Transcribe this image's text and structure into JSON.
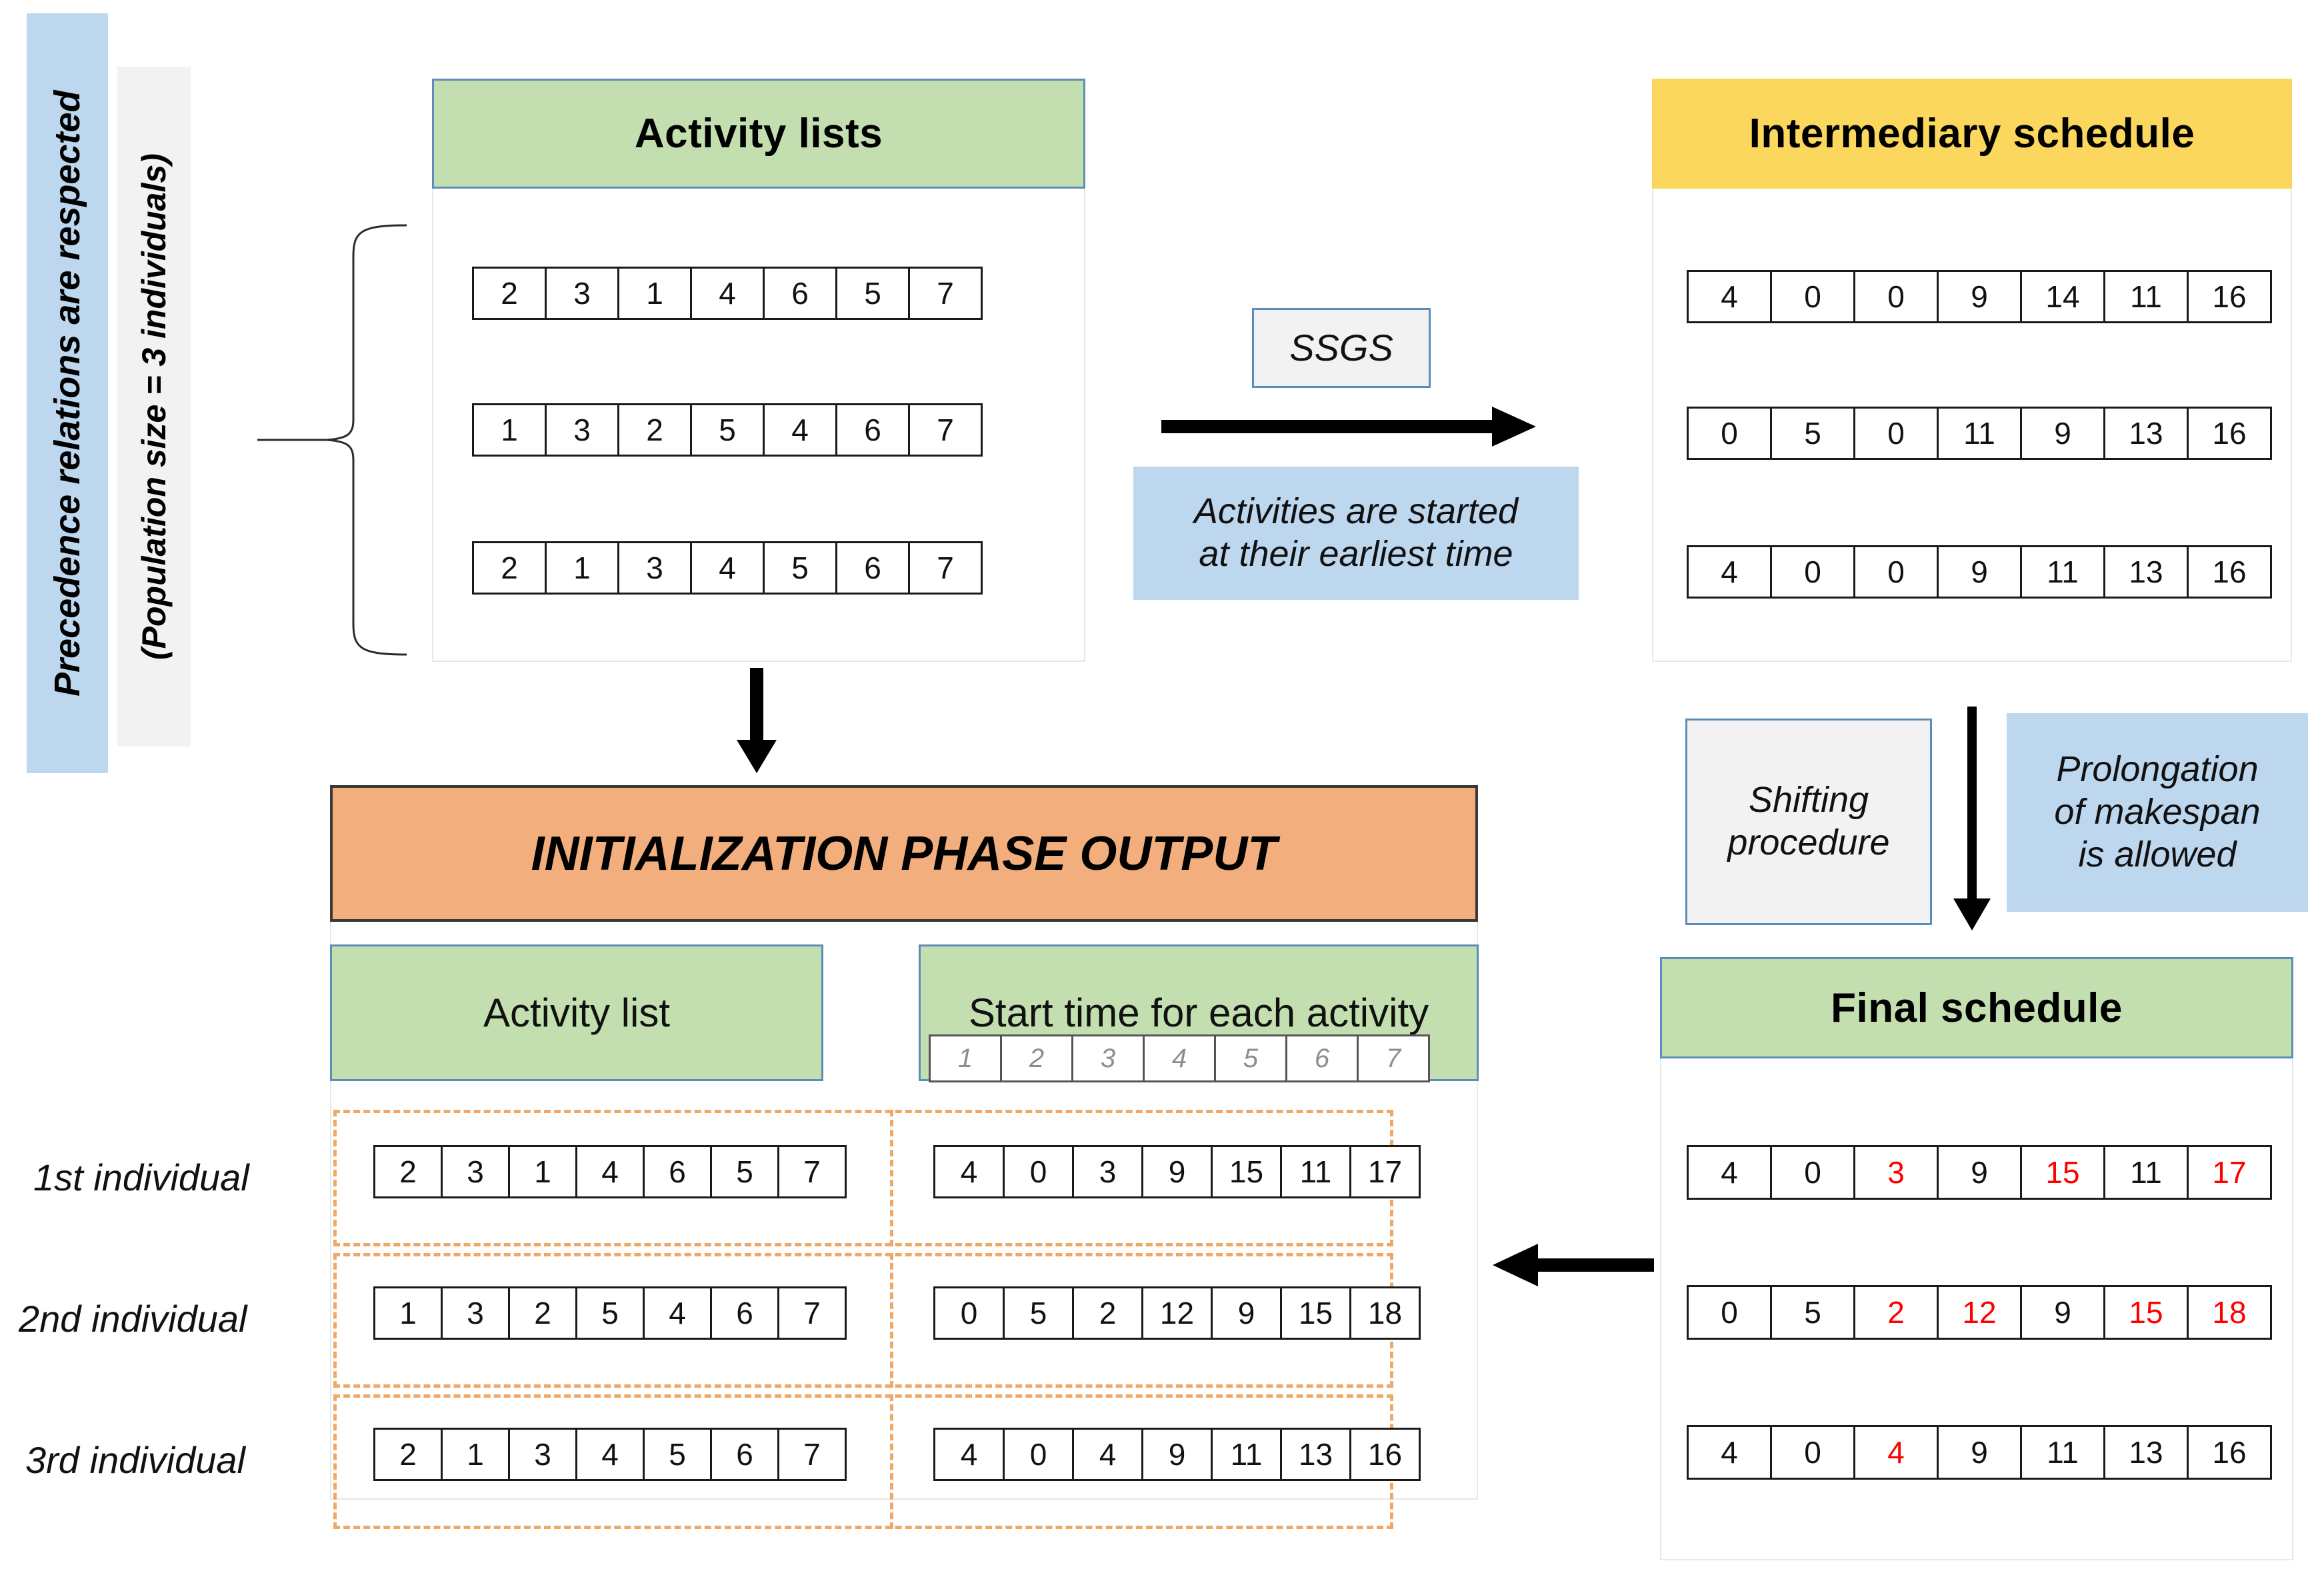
{
  "side_labels": {
    "precedence": "Precedence relations are respected",
    "population": "(Population size = 3 individuals)"
  },
  "activity_lists_panel": {
    "title": "Activity lists",
    "rows": [
      [
        "2",
        "3",
        "1",
        "4",
        "6",
        "5",
        "7"
      ],
      [
        "1",
        "3",
        "2",
        "5",
        "4",
        "6",
        "7"
      ],
      [
        "2",
        "1",
        "3",
        "4",
        "5",
        "6",
        "7"
      ]
    ]
  },
  "intermediary_panel": {
    "title": "Intermediary schedule",
    "rows": [
      [
        "4",
        "0",
        "0",
        "9",
        "14",
        "11",
        "16"
      ],
      [
        "0",
        "5",
        "0",
        "11",
        "9",
        "13",
        "16"
      ],
      [
        "4",
        "0",
        "0",
        "9",
        "11",
        "13",
        "16"
      ]
    ]
  },
  "final_panel": {
    "title": "Final schedule",
    "rows": [
      [
        {
          "v": "4",
          "red": false
        },
        {
          "v": "0",
          "red": false
        },
        {
          "v": "3",
          "red": true
        },
        {
          "v": "9",
          "red": false
        },
        {
          "v": "15",
          "red": true
        },
        {
          "v": "11",
          "red": false
        },
        {
          "v": "17",
          "red": true
        }
      ],
      [
        {
          "v": "0",
          "red": false
        },
        {
          "v": "5",
          "red": false
        },
        {
          "v": "2",
          "red": true
        },
        {
          "v": "12",
          "red": true
        },
        {
          "v": "9",
          "red": false
        },
        {
          "v": "15",
          "red": true
        },
        {
          "v": "18",
          "red": true
        }
      ],
      [
        {
          "v": "4",
          "red": false
        },
        {
          "v": "0",
          "red": false
        },
        {
          "v": "4",
          "red": true
        },
        {
          "v": "9",
          "red": false
        },
        {
          "v": "11",
          "red": false
        },
        {
          "v": "13",
          "red": false
        },
        {
          "v": "16",
          "red": false
        }
      ]
    ]
  },
  "callouts": {
    "ssgs": "SSGS",
    "earliest_time": "Activities are started\nat their earliest time",
    "shifting": "Shifting\nprocedure",
    "prolongation": "Prolongation\nof makespan\nis allowed"
  },
  "init_panel": {
    "title": "INITIALIZATION PHASE OUTPUT",
    "col_activity_list": "Activity list",
    "col_start_time": "Start time for each activity",
    "index_header": [
      "1",
      "2",
      "3",
      "4",
      "5",
      "6",
      "7"
    ],
    "row_labels": [
      "1st individual",
      "2nd individual",
      "3rd individual"
    ],
    "activity_rows": [
      [
        "2",
        "3",
        "1",
        "4",
        "6",
        "5",
        "7"
      ],
      [
        "1",
        "3",
        "2",
        "5",
        "4",
        "6",
        "7"
      ],
      [
        "2",
        "1",
        "3",
        "4",
        "5",
        "6",
        "7"
      ]
    ],
    "start_time_rows": [
      [
        "4",
        "0",
        "3",
        "9",
        "15",
        "11",
        "17"
      ],
      [
        "0",
        "5",
        "2",
        "12",
        "9",
        "15",
        "18"
      ],
      [
        "4",
        "0",
        "4",
        "9",
        "11",
        "13",
        "16"
      ]
    ]
  },
  "colors": {
    "green": "#C3DFB0",
    "yellow": "#FBD85D",
    "orange": "#F2AF7D",
    "blue": "#BDD7EE",
    "dashed_orange": "#F0A868",
    "red_text": "#FF0000",
    "header_border_blue": "#5B8DB8"
  },
  "icons": {
    "arrow_right": "arrow-right-icon",
    "arrow_down": "arrow-down-icon",
    "arrow_left": "arrow-left-icon",
    "brace": "left-curly-brace-icon"
  }
}
